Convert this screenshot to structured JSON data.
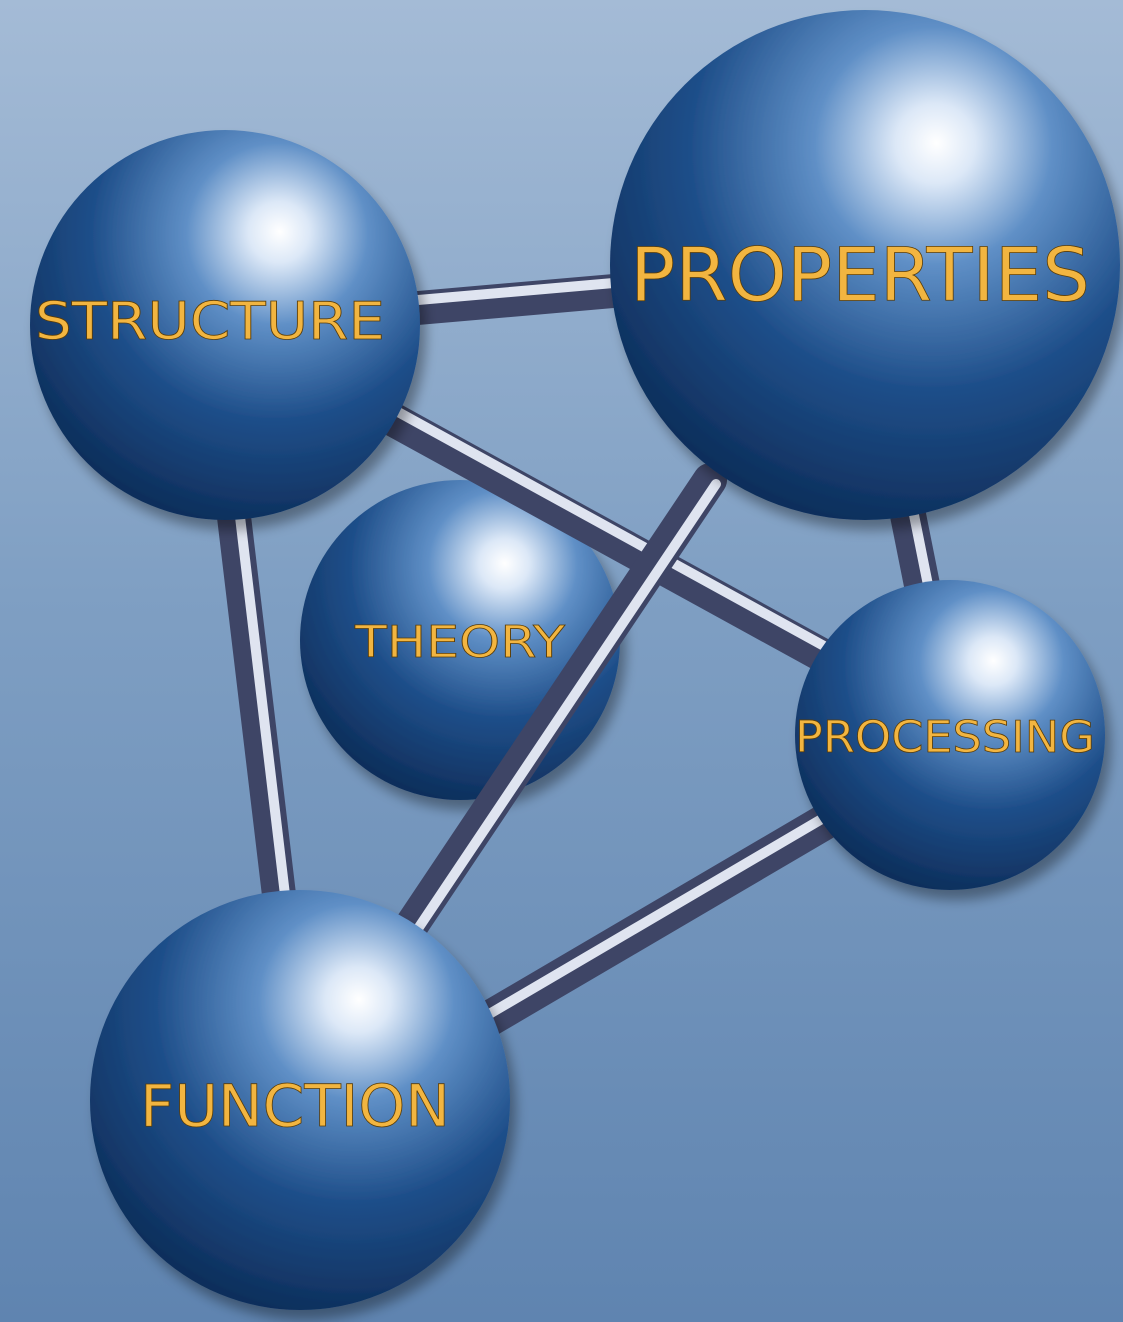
{
  "diagram": {
    "nodes": [
      {
        "id": "structure",
        "label": "STRUCTURE"
      },
      {
        "id": "properties",
        "label": "PROPERTIES"
      },
      {
        "id": "theory",
        "label": "THEORY"
      },
      {
        "id": "processing",
        "label": "PROCESSING"
      },
      {
        "id": "function",
        "label": "FUNCTION"
      }
    ],
    "edges": [
      {
        "from": "structure",
        "to": "properties"
      },
      {
        "from": "structure",
        "to": "processing"
      },
      {
        "from": "structure",
        "to": "function"
      },
      {
        "from": "properties",
        "to": "processing"
      },
      {
        "from": "properties",
        "to": "function"
      },
      {
        "from": "processing",
        "to": "function"
      }
    ],
    "colors": {
      "sphere": "#1f4f8a",
      "sphere_dark": "#0b2a55",
      "rod": "#8f96b0",
      "label": "#f2b540",
      "background_top": "#a4bbd6",
      "background_bottom": "#5f84b0"
    }
  }
}
